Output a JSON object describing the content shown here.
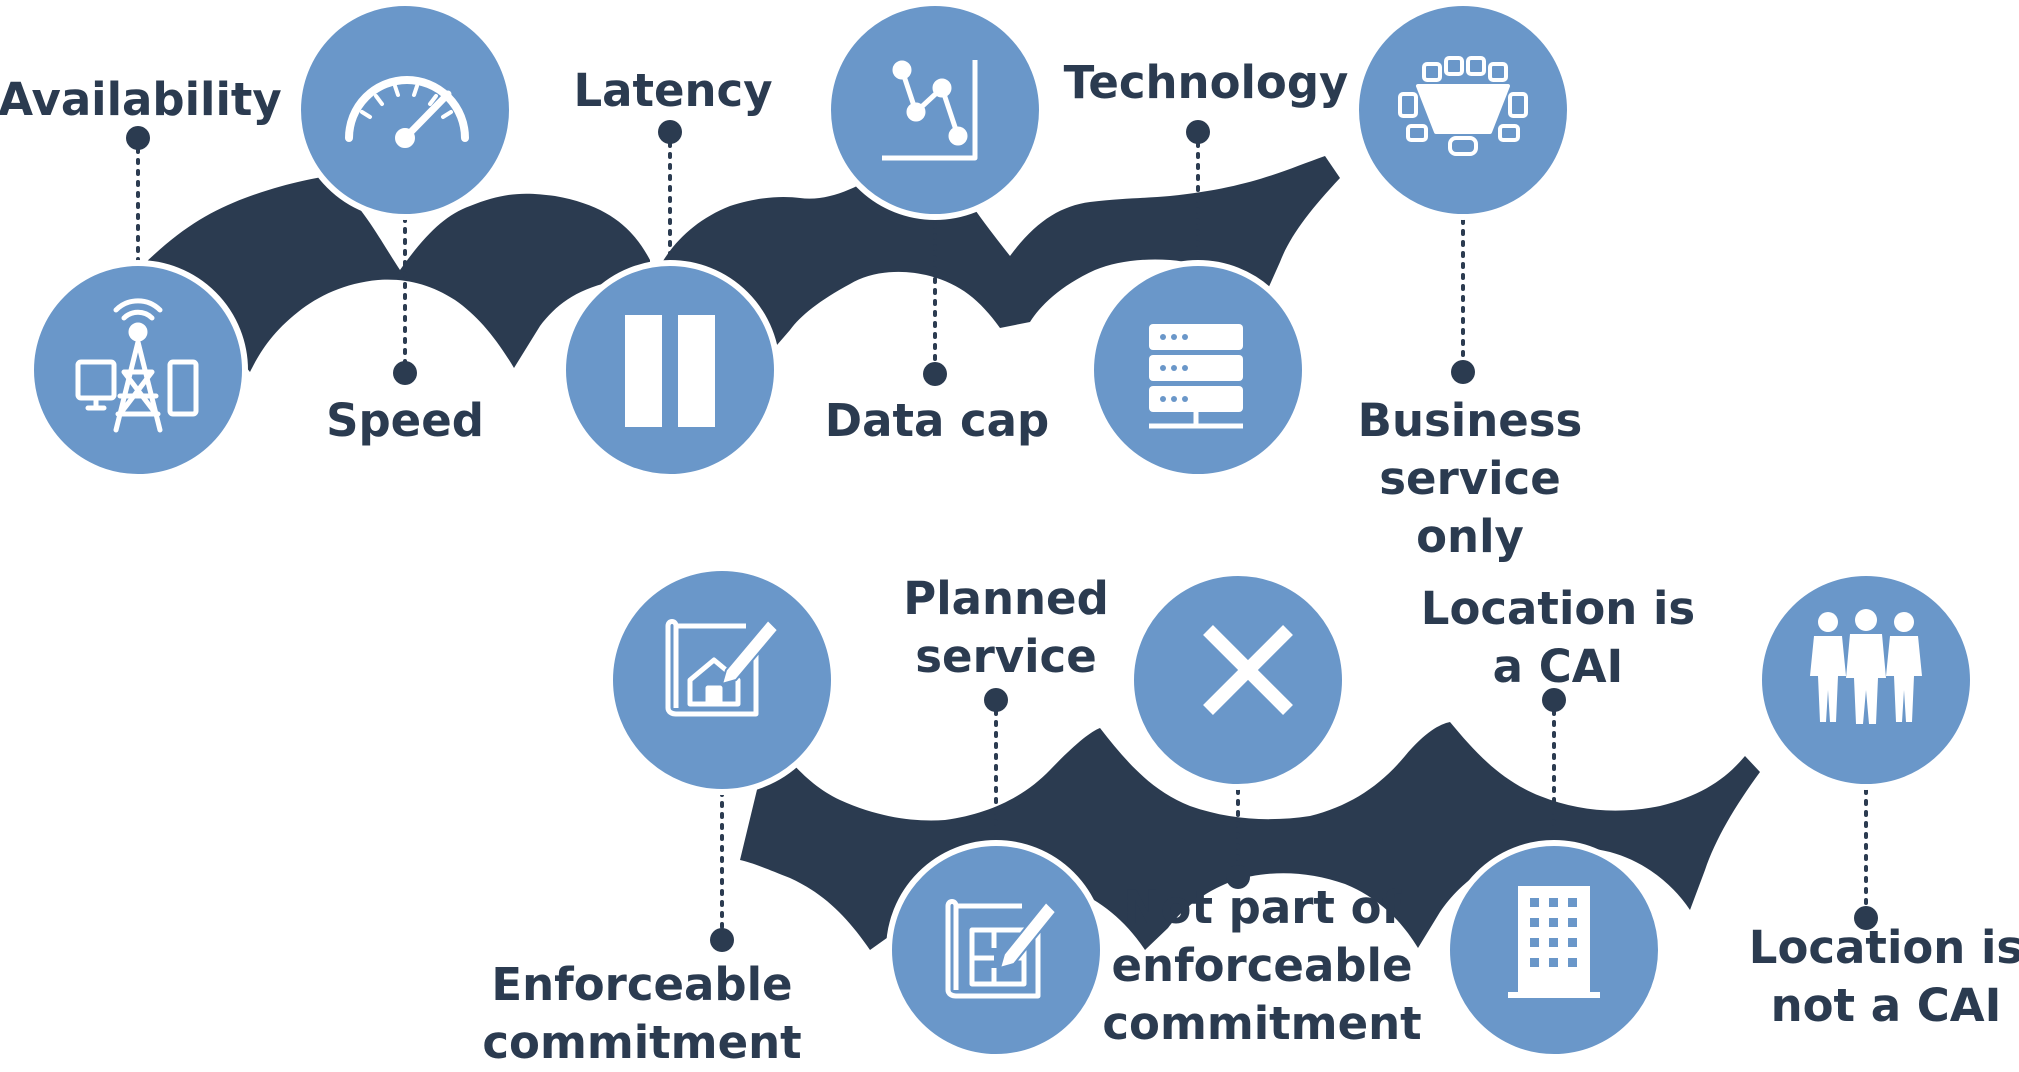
{
  "colors": {
    "band": "#2b3b50",
    "circle": "#6a97c9",
    "icon": "#ffffff",
    "text": "#2b3b50",
    "leader": "#2b3b50"
  },
  "labels": {
    "availability": "Availability",
    "speed": "Speed",
    "latency": "Latency",
    "data_cap": "Data cap",
    "technology": "Technology",
    "business_line1": "Business",
    "business_line2": "service",
    "business_line3": "only",
    "enforceable_line1": "Enforceable",
    "enforceable_line2": "commitment",
    "planned_line1": "Planned",
    "planned_line2": "service",
    "not_part_line1": "Not part of",
    "not_part_line2": "enforceable",
    "not_part_line3": "commitment",
    "cai_line1": "Location is",
    "cai_line2": "a CAI",
    "not_cai_line1": "Location is",
    "not_cai_line2": "not a CAI"
  },
  "icons": {
    "availability": "cell-tower-devices-icon",
    "speed": "speedometer-icon",
    "latency": "pause-icon",
    "data_cap": "line-chart-icon",
    "technology": "server-rack-icon",
    "business": "conference-table-icon",
    "enforceable": "house-blueprint-icon",
    "planned": "floor-plan-icon",
    "not_part": "x-mark-icon",
    "cai": "office-building-icon",
    "not_cai": "people-group-icon"
  }
}
